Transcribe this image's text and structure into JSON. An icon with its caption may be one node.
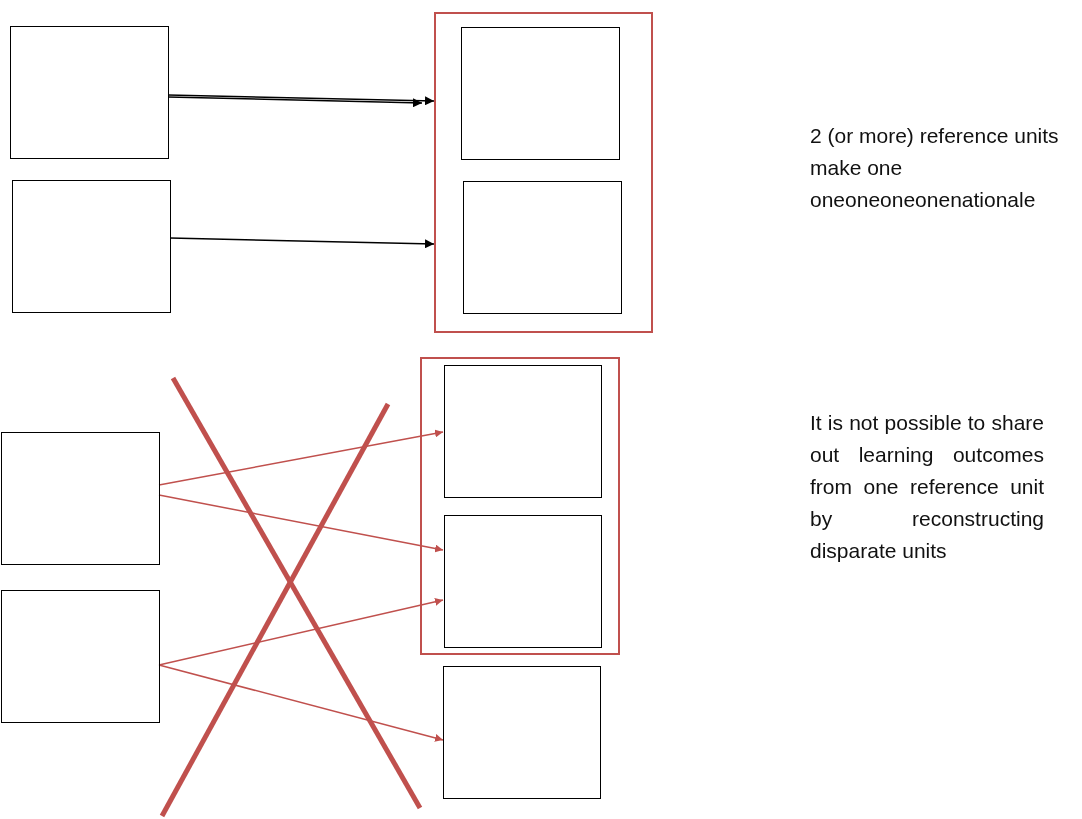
{
  "diagram": {
    "nodes": [
      {
        "text": [],
        "shape": "box"
      },
      {
        "text": [],
        "shape": "box"
      },
      {
        "text": [],
        "shape": "box"
      },
      {
        "text": [],
        "shape": "box",
        "in": 2
      },
      {
        "text": [],
        "shape": "box",
        "in": 2
      },
      {
        "text": [],
        "shape": "box"
      },
      {
        "text": [],
        "shape": "box"
      },
      {
        "text": [],
        "shape": "box"
      },
      {
        "text": [],
        "shape": "box",
        "in": 7
      },
      {
        "text": [],
        "shape": "box",
        "in": 7
      },
      {
        "text": [],
        "shape": "box"
      }
    ],
    "edges": [
      {
        "from": 0,
        "to": 2,
        "arrow": "to",
        "color": "#000000"
      },
      {
        "from": 0,
        "to": 2,
        "arrow": "to",
        "color": "#000000"
      },
      {
        "from": 1,
        "to": 2,
        "arrow": "to",
        "color": "#000000"
      },
      {
        "from": 5,
        "to": 8,
        "arrow": "to"
      },
      {
        "from": 5,
        "to": 9,
        "arrow": "to"
      },
      {
        "from": 6,
        "to": 9,
        "arrow": "to"
      },
      {
        "from": 6,
        "to": 10,
        "arrow": "to"
      }
    ],
    "labels": [
      "2 (or more) reference units make one oneoneoneonenationale",
      "It is not possible to share out learning outcomes from one reference unit by reconstructing disparate units"
    ]
  }
}
